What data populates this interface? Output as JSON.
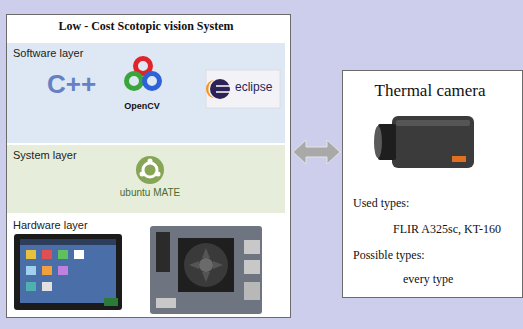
{
  "diagram": {
    "nodes": [
      {
        "text": [
          "Low - Cost Scotopic vision System"
        ]
      },
      {
        "text": [
          "Software layer",
          "C++",
          "OpenCV",
          "eclipse"
        ],
        "in": 0
      },
      {
        "text": [
          "System layer",
          "ubuntu MATE"
        ],
        "in": 0
      },
      {
        "text": [
          "Hardware layer"
        ],
        "in": 0
      },
      {
        "text": [
          "Thermal camera",
          "Used types:",
          "FLIR A325sc, KT-160",
          "Possible types:",
          "every type"
        ]
      }
    ],
    "edges": [
      {
        "from": 0,
        "to": 4,
        "arrow": "both"
      }
    ]
  }
}
